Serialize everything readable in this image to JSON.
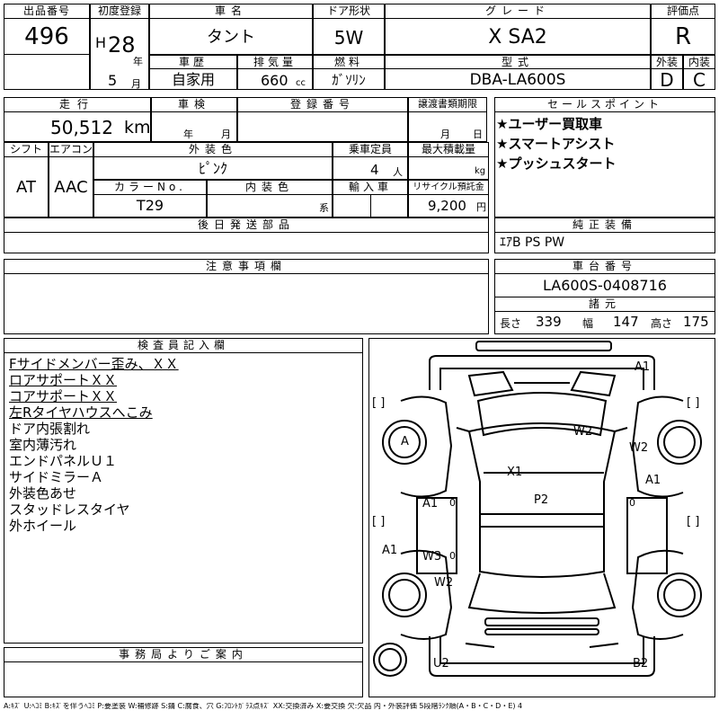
{
  "row1": {
    "lot_no": {
      "label": "出品番号",
      "value": "496"
    },
    "first_reg": {
      "label": "初度登録",
      "era": "H",
      "year": "28",
      "year_unit": "年",
      "month": "5",
      "month_unit": "月"
    },
    "car_name": {
      "label": "車名",
      "value": "タント"
    },
    "doors": {
      "label": "ドア形状",
      "value": "5W"
    },
    "grade": {
      "label": "グレード",
      "value": "X SA2"
    },
    "score": {
      "label": "評価点",
      "value": "R"
    },
    "history": {
      "label": "車歴",
      "value": "自家用"
    },
    "displacement": {
      "label": "排気量",
      "value": "660",
      "unit": "cc"
    },
    "fuel": {
      "label": "燃料",
      "value": "ｶﾞｿﾘﾝ"
    },
    "model": {
      "label": "型式",
      "value": "DBA-LA600S"
    },
    "exterior_score": {
      "label": "外装",
      "value": "D"
    },
    "interior_score": {
      "label": "内装",
      "value": "C"
    }
  },
  "row2": {
    "mileage": {
      "label": "走行",
      "value": "50,512",
      "unit": "km"
    },
    "inspection": {
      "label": "車検",
      "year_unit": "年",
      "month_unit": "月"
    },
    "reg_no": {
      "label": "登録番号",
      "value": ""
    },
    "transfer_doc": {
      "label": "譲渡書類期限",
      "month_unit": "月",
      "day_unit": "日"
    },
    "sales_points_label": "セールスポイント",
    "sales_points": [
      "★ユーザー買取車",
      "★スマートアシスト",
      "★プッシュスタート"
    ]
  },
  "row3": {
    "shift": {
      "label": "シフト",
      "value": "AT"
    },
    "aircon": {
      "label": "エアコン",
      "value": "AAC"
    },
    "exterior_color": {
      "label": "外装色",
      "value": "ﾋﾟﾝｸ"
    },
    "capacity": {
      "label": "乗車定員",
      "value": "4",
      "unit": "人"
    },
    "max_load": {
      "label": "最大積載量",
      "unit": "kg"
    },
    "color_no": {
      "label": "カラーNo.",
      "value": "T29"
    },
    "interior_color": {
      "label": "内装色",
      "unit": "系"
    },
    "import": {
      "label": "輸入車"
    },
    "recycle": {
      "label": "リサイクル預託金",
      "value": "9,200",
      "unit": "円"
    }
  },
  "later_parts": {
    "label": "後日発送部品",
    "value": ""
  },
  "genuine_equipment": {
    "label": "純正装備",
    "value": "ｴｱB PS PW"
  },
  "caution": {
    "label": "注意事項欄",
    "value": ""
  },
  "chassis": {
    "label": "車台番号",
    "value": "LA600S-0408716"
  },
  "specs": {
    "label": "諸元",
    "length_label": "長さ",
    "length": "339",
    "width_label": "幅",
    "width": "147",
    "height_label": "高さ",
    "height": "175"
  },
  "inspector": {
    "label": "検査員記入欄",
    "comments": [
      {
        "text": "Fサイドメンバー歪み、ＸＸ",
        "underline": true
      },
      {
        "text": "ロアサポートＸＸ",
        "underline": true
      },
      {
        "text": "コアサポートＸＸ",
        "underline": true
      },
      {
        "text": "左Rタイヤハウスへこみ",
        "underline": true
      },
      {
        "text": "ドア内張割れ",
        "underline": false
      },
      {
        "text": "室内薄汚れ",
        "underline": false
      },
      {
        "text": "エンドパネルＵ１",
        "underline": false
      },
      {
        "text": "サイドミラーＡ",
        "underline": false
      },
      {
        "text": "外装色あせ",
        "underline": false
      },
      {
        "text": "スタッドレスタイヤ",
        "underline": false
      },
      {
        "text": "外ホイール",
        "underline": false
      }
    ]
  },
  "office": {
    "label": "事務局よりご案内",
    "value": ""
  },
  "diagram_notes": {
    "a1_top": "A1",
    "w2_hood": "W2",
    "w2_right": "W2",
    "a_left": "A",
    "x1": "X1",
    "a1_right": "A1",
    "a1_mid": "A1",
    "zero_left": "0",
    "p2": "P2",
    "zero_right": "0",
    "a1_left": "A1",
    "w3": "W3",
    "zero_lower": "0",
    "w2_lower": "W2",
    "u2": "U2",
    "b2": "B2",
    "brackets_left_top": "[ ]",
    "brackets_right_top": "[ ]",
    "brackets_left_bot": "[ ]",
    "brackets_right_bot": "[ ]"
  },
  "legend": "A:ｷｽﾞ U:ﾍｺﾐ B:ｷｽﾞを伴うﾍｺﾐ P:要塗装 W:補修跡 S:錆 C:腐食、穴 G:ﾌﾛﾝﾄｶﾞﾗｽ点ｷｽﾞ XX:交換済み X:要交換 欠:欠品 内・外装評価 5段階ﾗﾝｸ順(A・B・C・D・E) 4"
}
